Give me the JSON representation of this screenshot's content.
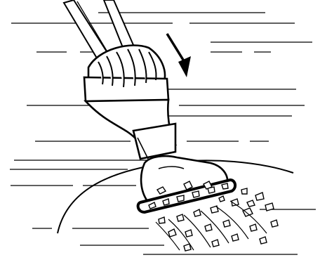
{
  "illustration": {
    "subject": "pool-vacuum-head-on-telescopic-pole",
    "background": "#ffffff",
    "ink": "#000000",
    "arrow": {
      "direction": "down-right",
      "meaning": "push-direction"
    },
    "debris": {
      "present": true
    },
    "water_lines": {
      "present": true
    },
    "pool_floor_curve": {
      "present": true
    }
  }
}
